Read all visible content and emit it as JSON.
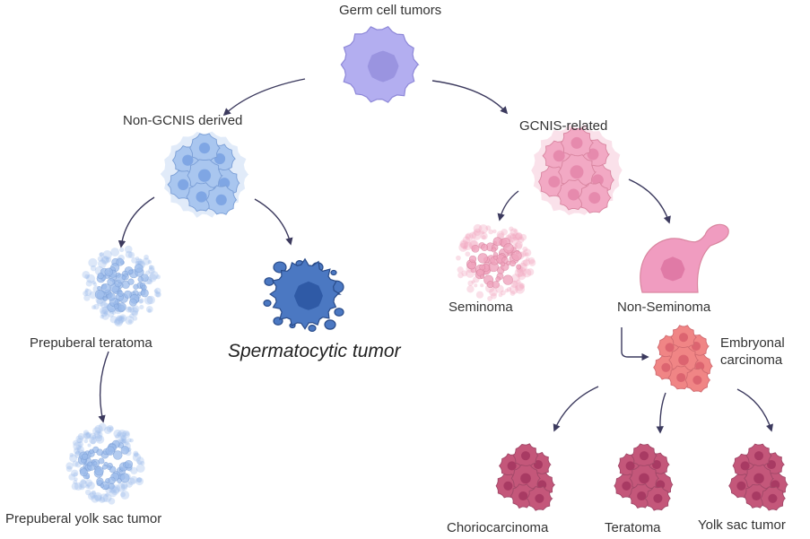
{
  "title": "Germ cell tumors",
  "nodes": {
    "root": {
      "label": "Germ cell tumors",
      "color": "#b3aef0",
      "nucleus": "#9a94e0",
      "stroke": "#8e88d8"
    },
    "non_gcnis": {
      "label": "Non-GCNIS derived",
      "color": "#a9c6ef",
      "nucleus": "#7fa6e4",
      "stroke": "#7a9ed6"
    },
    "gcnis": {
      "label": "GCNIS-related",
      "color": "#f2a9c4",
      "nucleus": "#e68aad",
      "stroke": "#d8849f"
    },
    "prepuberal_teratoma": {
      "label": "Prepuberal teratoma",
      "color": "#9bbbeb"
    },
    "spermatocytic": {
      "label": "Spermatocytic tumor",
      "color": "#4b78c2",
      "nucleus": "#2f5aa6",
      "stroke": "#2a4c8a"
    },
    "seminoma": {
      "label": "Seminoma",
      "color": "#f0a3bd"
    },
    "non_seminoma": {
      "label": "Non-Seminoma",
      "color": "#f09cc0",
      "nucleus": "#e07aa6",
      "stroke": "#d9859f"
    },
    "embryonal": {
      "label_line1": "Embryonal",
      "label_line2": "carcinoma",
      "color": "#f08585",
      "nucleus": "#dc6470",
      "stroke": "#d06a70"
    },
    "prepuberal_ysc": {
      "label": "Prepuberal yolk sac tumor",
      "color": "#9bbbeb"
    },
    "choriocarcinoma": {
      "label": "Choriocarcinoma",
      "color": "#c4577a",
      "nucleus": "#a83a63",
      "stroke": "#a14868"
    },
    "teratoma": {
      "label": "Teratoma",
      "color": "#c4577a",
      "nucleus": "#a83a63",
      "stroke": "#a14868"
    },
    "yolk_sac": {
      "label": "Yolk sac tumor",
      "color": "#c4577a",
      "nucleus": "#a83a63",
      "stroke": "#a14868"
    }
  },
  "edges": [
    {
      "from": "root",
      "to": "non_gcnis"
    },
    {
      "from": "root",
      "to": "gcnis"
    },
    {
      "from": "non_gcnis",
      "to": "prepuberal_teratoma"
    },
    {
      "from": "non_gcnis",
      "to": "spermatocytic"
    },
    {
      "from": "prepuberal_teratoma",
      "to": "prepuberal_ysc"
    },
    {
      "from": "gcnis",
      "to": "seminoma"
    },
    {
      "from": "gcnis",
      "to": "non_seminoma"
    },
    {
      "from": "non_seminoma",
      "to": "embryonal"
    },
    {
      "from": "embryonal",
      "to": "choriocarcinoma"
    },
    {
      "from": "embryonal",
      "to": "teratoma"
    },
    {
      "from": "embryonal",
      "to": "yolk_sac"
    }
  ],
  "arrow_color": "#3c3a5e"
}
